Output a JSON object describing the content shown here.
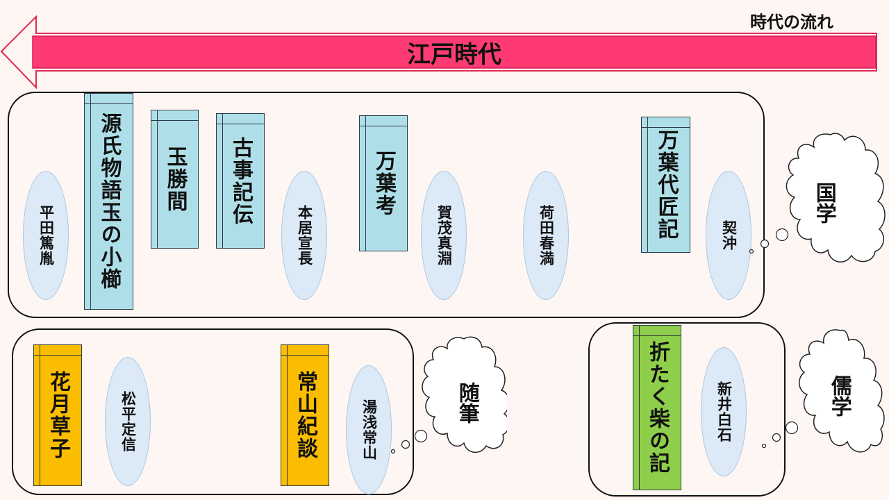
{
  "timeline": {
    "flow_label": "時代の流れ",
    "era": "江戸時代",
    "colors": {
      "bar": "#fd3b72",
      "arrow_outline": "#e0294f"
    }
  },
  "kokugaku": {
    "label": "国学",
    "works": [
      {
        "title": "源氏物語玉の小櫛"
      },
      {
        "title": "玉勝間"
      },
      {
        "title": "古事記伝"
      },
      {
        "title": "万葉考"
      },
      {
        "title": "万葉代匠記"
      }
    ],
    "people": [
      {
        "name": "平田篤胤"
      },
      {
        "name": "本居宣長"
      },
      {
        "name": "賀茂真淵"
      },
      {
        "name": "荷田春満"
      },
      {
        "name": "契沖"
      }
    ]
  },
  "zuihitsu": {
    "label": "随筆",
    "works": [
      {
        "title": "花月草子"
      },
      {
        "title": "常山紀談"
      }
    ],
    "people": [
      {
        "name": "松平定信"
      },
      {
        "name": "湯浅常山"
      }
    ]
  },
  "jugaku": {
    "label": "儒学",
    "works": [
      {
        "title": "折たく柴の記"
      }
    ],
    "people": [
      {
        "name": "新井白石"
      }
    ]
  },
  "colors": {
    "book_blue": "#aedfe8",
    "book_orange": "#fbbd00",
    "book_green": "#8fce4a",
    "person_fill": "#dce9f7"
  }
}
